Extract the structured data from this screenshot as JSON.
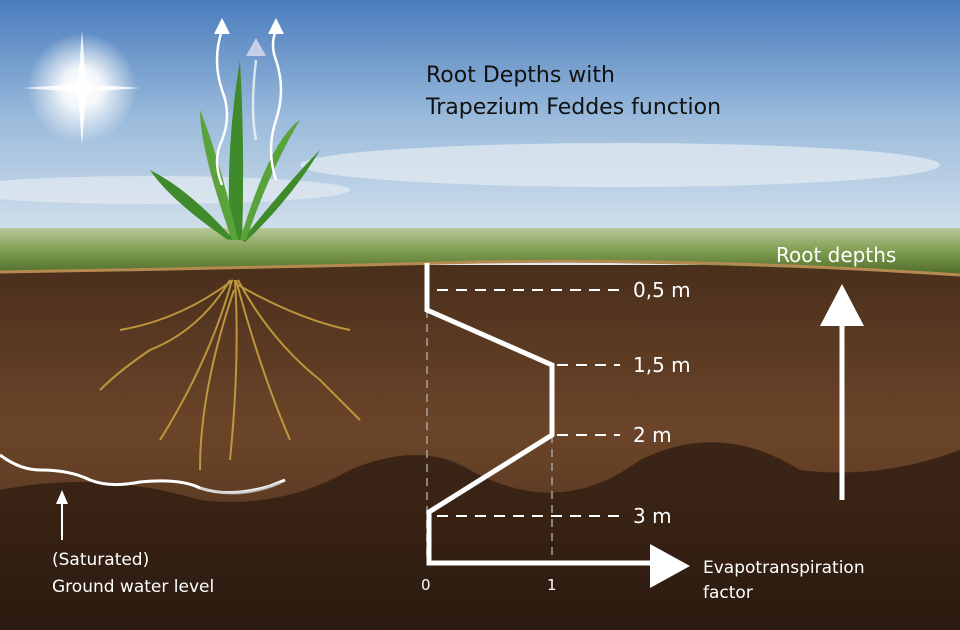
{
  "title": {
    "line1": "Root Depths with",
    "line2": "Trapezium Feddes function"
  },
  "depth_labels": [
    "0,5 m",
    "1,5 m",
    "2 m",
    "3 m"
  ],
  "x_axis": {
    "ticks": [
      "0",
      "1"
    ],
    "label_line1": "Evapotranspiration",
    "label_line2": "factor"
  },
  "root_depths_label": "Root depths",
  "ground_water": {
    "line1": "(Saturated)",
    "line2": "Ground water level"
  },
  "colors": {
    "sky_top": "#4d7fbf",
    "sky_bottom": "#dfe8f0",
    "grass": "#7fa050",
    "soil": "#5a3a24",
    "soil_dark": "#2e1d12",
    "line": "#ffffff"
  }
}
